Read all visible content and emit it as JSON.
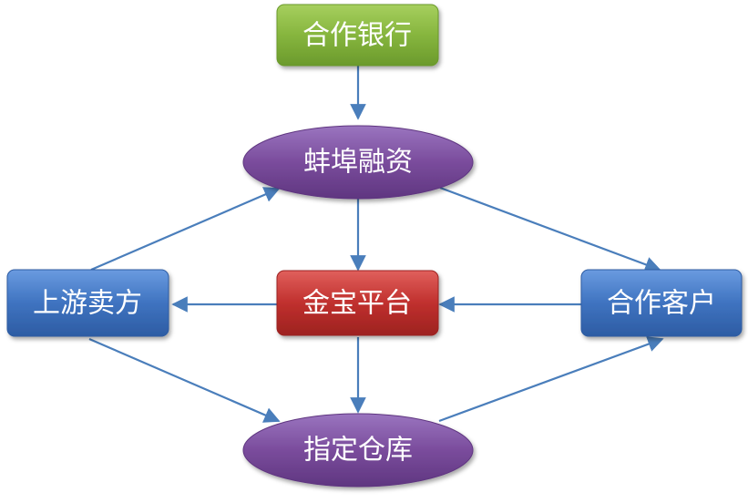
{
  "nodes": {
    "partner_bank": {
      "label": "合作银行",
      "color": "#7fae3a"
    },
    "bengbu_financing": {
      "label": "蚌埠融资",
      "color": "#7a4c9c"
    },
    "upstream_seller": {
      "label": "上游卖方",
      "color": "#3f73c0"
    },
    "jinbao_platform": {
      "label": "金宝平台",
      "color": "#c0302e"
    },
    "partner_client": {
      "label": "合作客户",
      "color": "#3f73c0"
    },
    "designated_warehouse": {
      "label": "指定仓库",
      "color": "#7a4c9c"
    }
  },
  "edges": [
    {
      "from": "partner_bank",
      "to": "bengbu_financing"
    },
    {
      "from": "bengbu_financing",
      "to": "jinbao_platform"
    },
    {
      "from": "bengbu_financing",
      "to": "partner_client"
    },
    {
      "from": "upstream_seller",
      "to": "bengbu_financing"
    },
    {
      "from": "jinbao_platform",
      "to": "upstream_seller"
    },
    {
      "from": "partner_client",
      "to": "jinbao_platform"
    },
    {
      "from": "jinbao_platform",
      "to": "designated_warehouse"
    },
    {
      "from": "upstream_seller",
      "to": "designated_warehouse"
    },
    {
      "from": "designated_warehouse",
      "to": "partner_client"
    }
  ],
  "arrow_color": "#4a7ebb"
}
